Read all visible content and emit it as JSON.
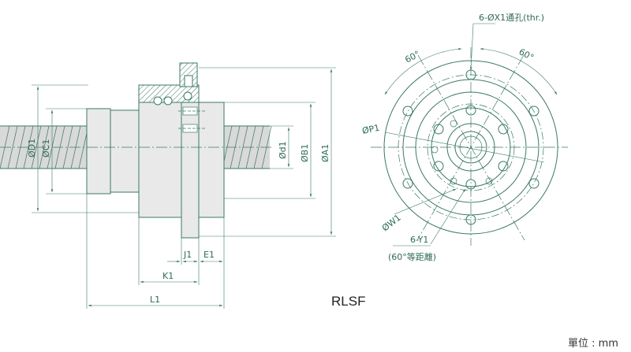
{
  "model": "RLSF",
  "unit_label": "單位 : mm",
  "side_view": {
    "dims": {
      "D1": "ØD1",
      "C1": "ØC1",
      "d1": "Ød1",
      "B1": "ØB1",
      "A1": "ØA1",
      "J1": "J1",
      "E1": "E1",
      "K1": "K1",
      "L1": "L1"
    }
  },
  "front_view": {
    "holes_note": "6-ØX1通孔(thr.)",
    "angle_left": "60°",
    "angle_right": "60°",
    "P1": "ØP1",
    "W1": "ØW1",
    "taps": "6-Y1",
    "taps_note": "(60°等距離)"
  }
}
